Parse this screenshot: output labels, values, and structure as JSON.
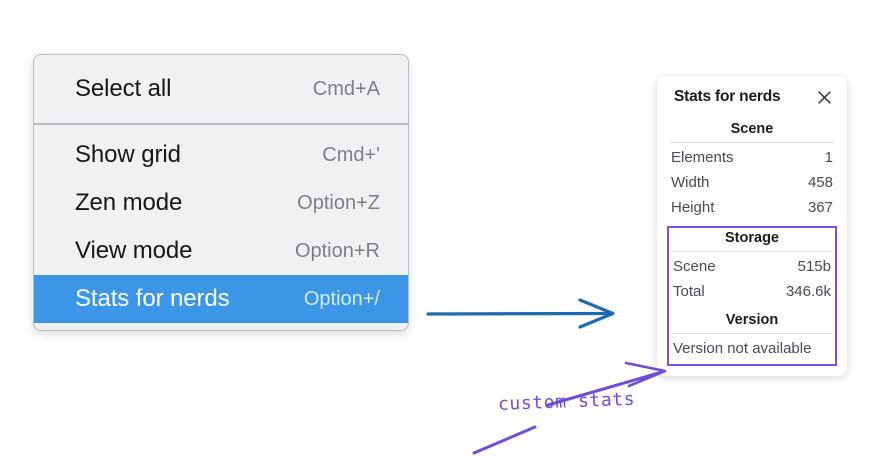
{
  "context_menu": {
    "sections": [
      {
        "items": [
          {
            "label": "Select all",
            "shortcut": "Cmd+A",
            "selected": false
          }
        ]
      },
      {
        "items": [
          {
            "label": "Show grid",
            "shortcut": "Cmd+'",
            "selected": false
          },
          {
            "label": "Zen mode",
            "shortcut": "Option+Z",
            "selected": false
          },
          {
            "label": "View mode",
            "shortcut": "Option+R",
            "selected": false
          },
          {
            "label": "Stats for nerds",
            "shortcut": "Option+/",
            "selected": true
          }
        ]
      }
    ],
    "items": {
      "select_all": {
        "label": "Select all",
        "shortcut": "Cmd+A"
      },
      "show_grid": {
        "label": "Show grid",
        "shortcut": "Cmd+'"
      },
      "zen_mode": {
        "label": "Zen mode",
        "shortcut": "Option+Z"
      },
      "view_mode": {
        "label": "View mode",
        "shortcut": "Option+R"
      },
      "stats_for_nerds": {
        "label": "Stats for nerds",
        "shortcut": "Option+/"
      }
    },
    "highlight_color": "#3b96e8",
    "background_color": "#f0f1f3"
  },
  "stats_panel": {
    "title": "Stats for nerds",
    "close_icon": "close-icon",
    "scene": {
      "heading": "Scene",
      "rows": [
        {
          "key": "Elements",
          "value": "1"
        },
        {
          "key": "Width",
          "value": "458"
        },
        {
          "key": "Height",
          "value": "367"
        }
      ]
    },
    "storage": {
      "heading": "Storage",
      "rows": [
        {
          "key": "Scene",
          "value": "515b"
        },
        {
          "key": "Total",
          "value": "346.6k"
        }
      ]
    },
    "version": {
      "heading": "Version",
      "text": "Version not available"
    },
    "highlight_border_color": "#7c4ddb"
  },
  "annotations": {
    "custom_stats_label": "custom stats",
    "ink_color": "#6b4fd8",
    "flow_arrow_color": "#1f69b0"
  }
}
